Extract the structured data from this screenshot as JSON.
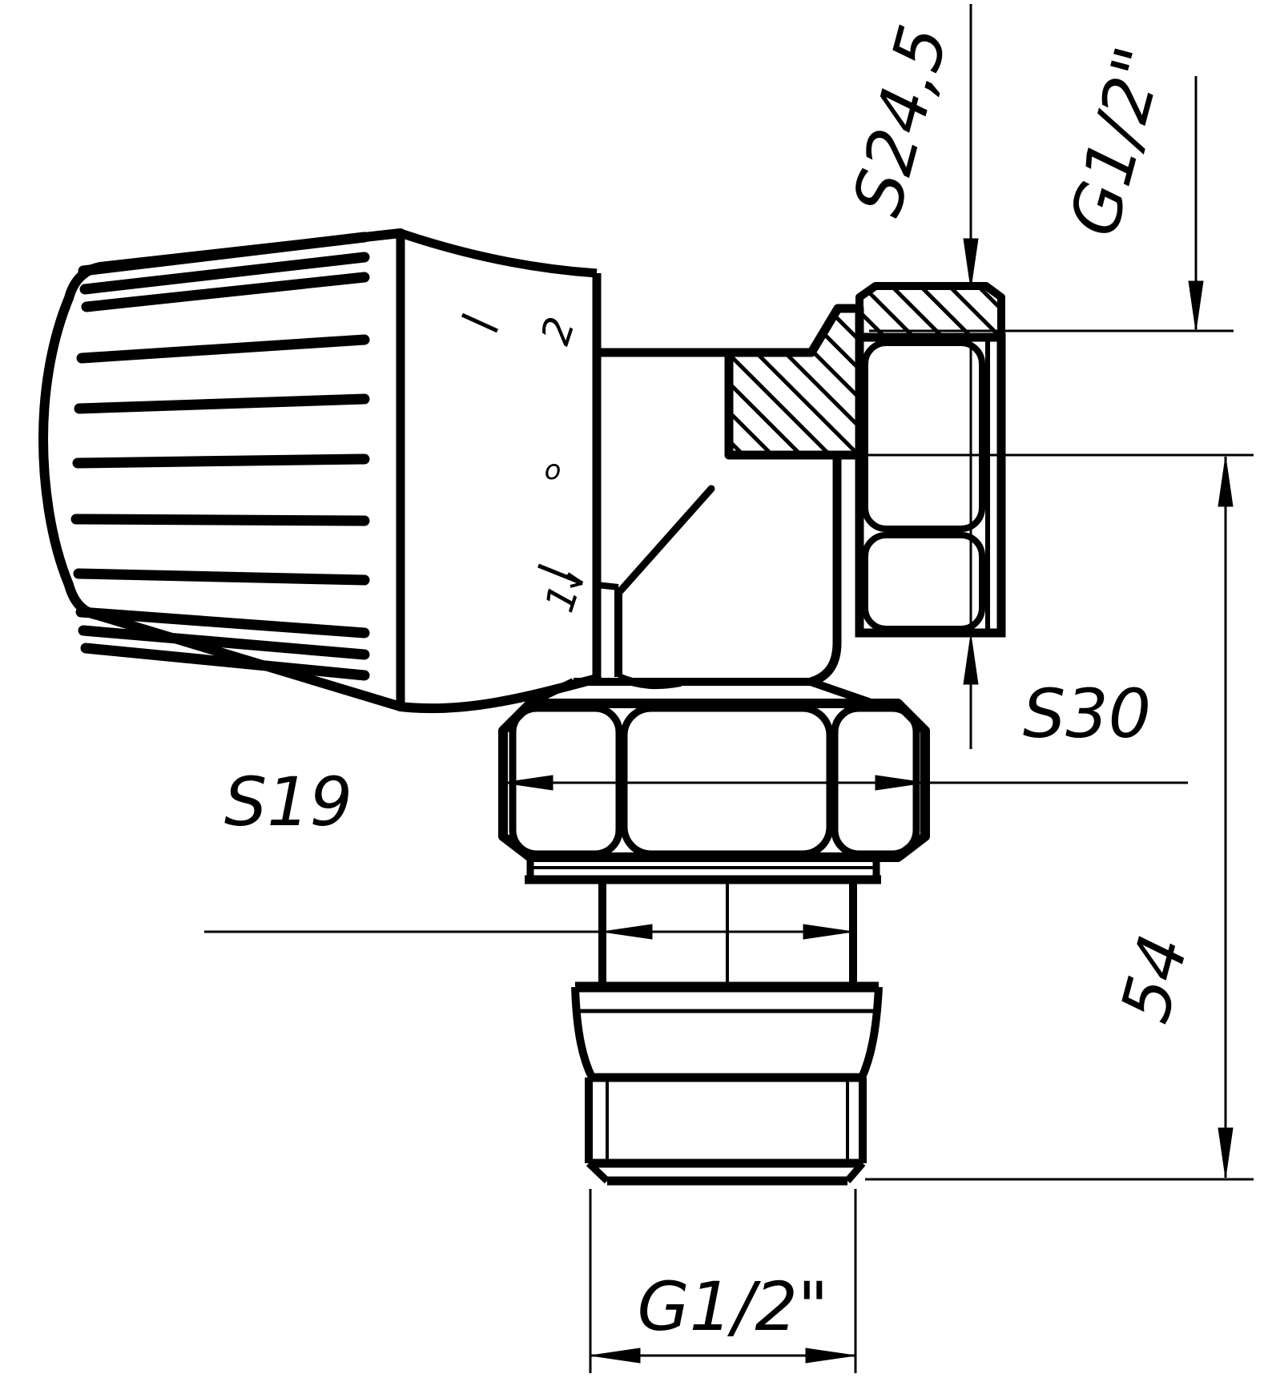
{
  "drawing": {
    "type": "technical-drawing",
    "subject": "angle thermostatic radiator valve, side view with half-section",
    "background": "#ffffff",
    "ink": "#000000",
    "labels": {
      "side_nut_wrench": "S24,5",
      "side_thread": "G1/2\"",
      "union_nut_wrench": "S30",
      "tail_wrench": "S19",
      "overall_height": "54",
      "bottom_thread": "G1/2\""
    },
    "head_scale": {
      "max": "2",
      "mid": "o",
      "min": "1"
    }
  }
}
